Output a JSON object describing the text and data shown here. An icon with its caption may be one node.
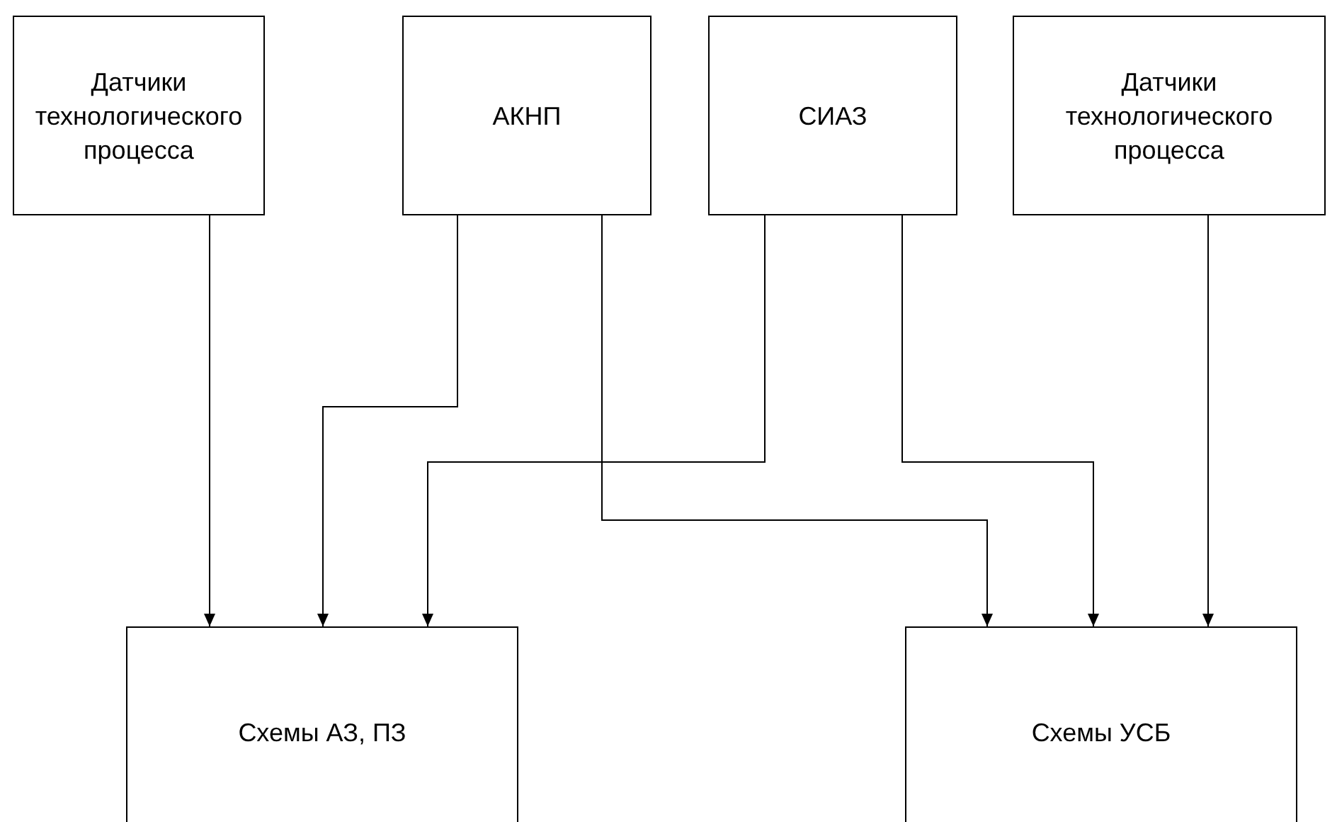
{
  "diagram": {
    "nodes": [
      {
        "text": [
          "Датчики технологического процесса"
        ]
      },
      {
        "text": [
          "АКНП"
        ]
      },
      {
        "text": [
          "СИАЗ"
        ]
      },
      {
        "text": [
          "Датчики технологического процесса"
        ]
      },
      {
        "text": [
          "Схемы АЗ, ПЗ"
        ]
      },
      {
        "text": [
          "Схемы УСБ"
        ]
      }
    ],
    "edges": [
      {
        "from": 0,
        "to": 4,
        "arrow": "to"
      },
      {
        "from": 1,
        "to": 4,
        "arrow": "to"
      },
      {
        "from": 2,
        "to": 4,
        "arrow": "to"
      },
      {
        "from": 1,
        "to": 5,
        "arrow": "to"
      },
      {
        "from": 2,
        "to": 5,
        "arrow": "to"
      },
      {
        "from": 3,
        "to": 5,
        "arrow": "to"
      }
    ]
  }
}
